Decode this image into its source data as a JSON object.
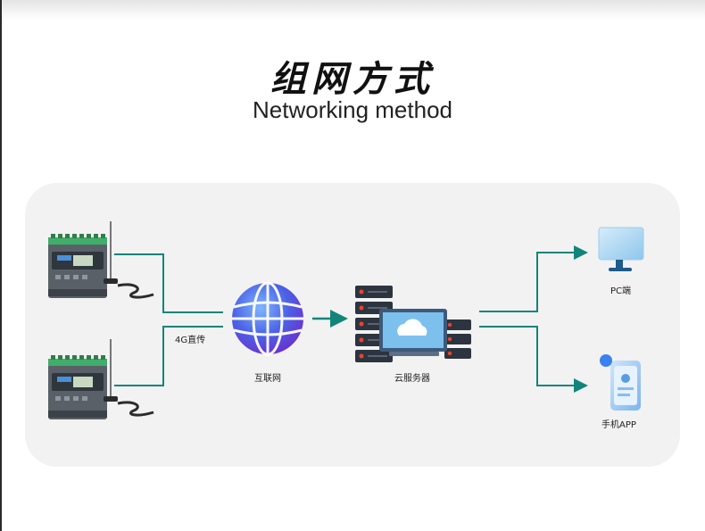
{
  "title": {
    "cn": "组网方式",
    "en": "Networking method"
  },
  "nodes": {
    "link_label": "4G直传",
    "internet_label": "互联网",
    "cloud_label": "云服务器",
    "pc_label": "PC端",
    "app_label": "手机APP"
  },
  "colors": {
    "connector": "#12857a",
    "globe": "#5a56e0",
    "server": "#2c3440",
    "panel": "#f2f2f2"
  },
  "icons": [
    "meter-device-icon",
    "antenna-icon",
    "globe-icon",
    "server-rack-icon",
    "cloud-icon",
    "monitor-icon",
    "phone-app-icon"
  ]
}
